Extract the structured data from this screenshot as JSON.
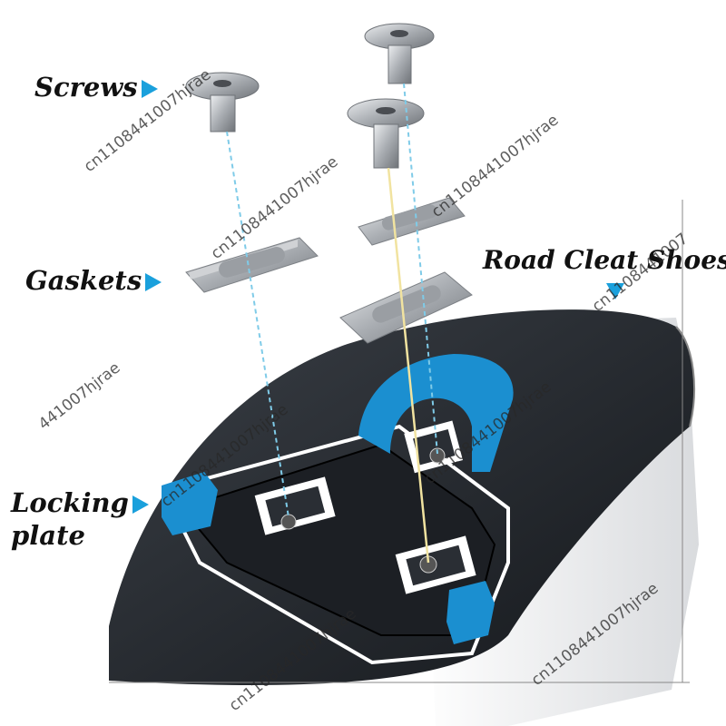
{
  "labels": {
    "screws": "Screws",
    "gaskets": "Gaskets",
    "road_cleat_shoes": "Road Cleat Shoes",
    "locking_plate_line1": "Locking",
    "locking_plate_line2": "plate"
  },
  "watermark": "cn1108441007hjrae",
  "watermark_partial_1": "441007hjrae",
  "watermark_partial_2": "cn1108441007",
  "colors": {
    "accent_arrow": "#1aa0dc",
    "cleat_blue": "#1b8fd0",
    "cleat_black": "#1c1f24",
    "sole_dark": "#2a2e34",
    "metal": "#b9bcc0"
  }
}
